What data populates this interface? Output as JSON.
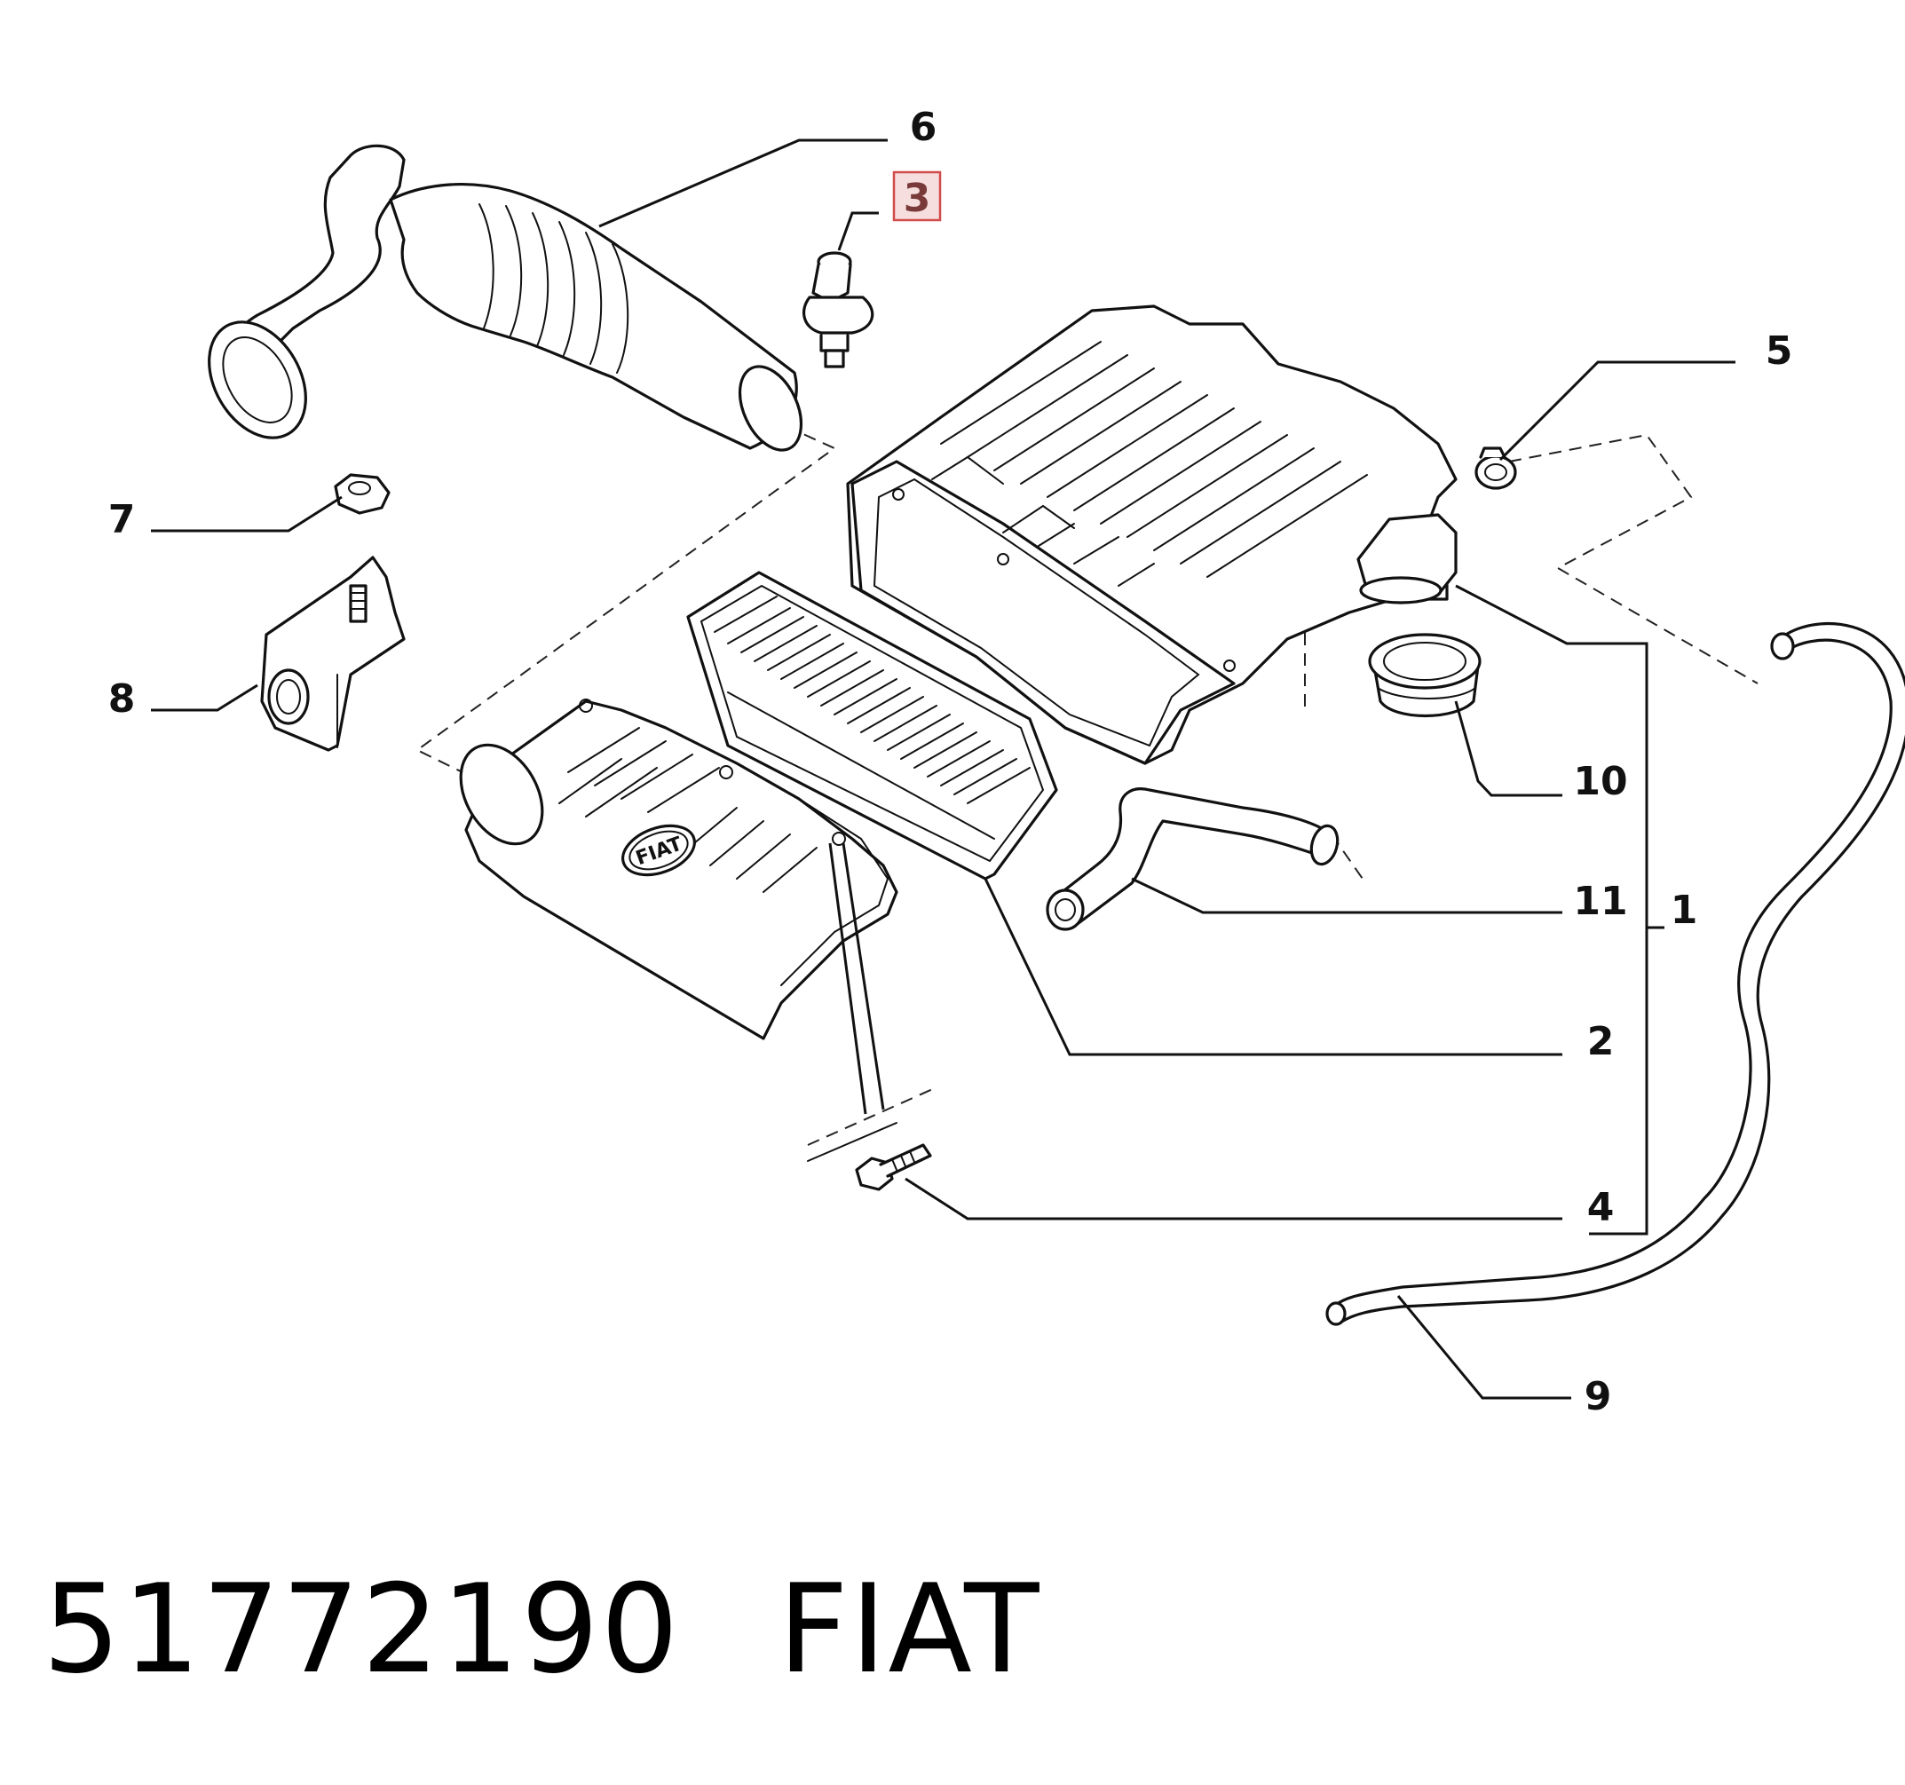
{
  "callouts": {
    "c1": "1",
    "c2": "2",
    "c3": "3",
    "c4": "4",
    "c5": "5",
    "c6": "6",
    "c7": "7",
    "c8": "8",
    "c9": "9",
    "c10": "10",
    "c11": "11"
  },
  "highlighted_callout": "3",
  "logo_text": "FIAT",
  "caption": {
    "part_number": "51772190",
    "brand": "FIAT"
  }
}
